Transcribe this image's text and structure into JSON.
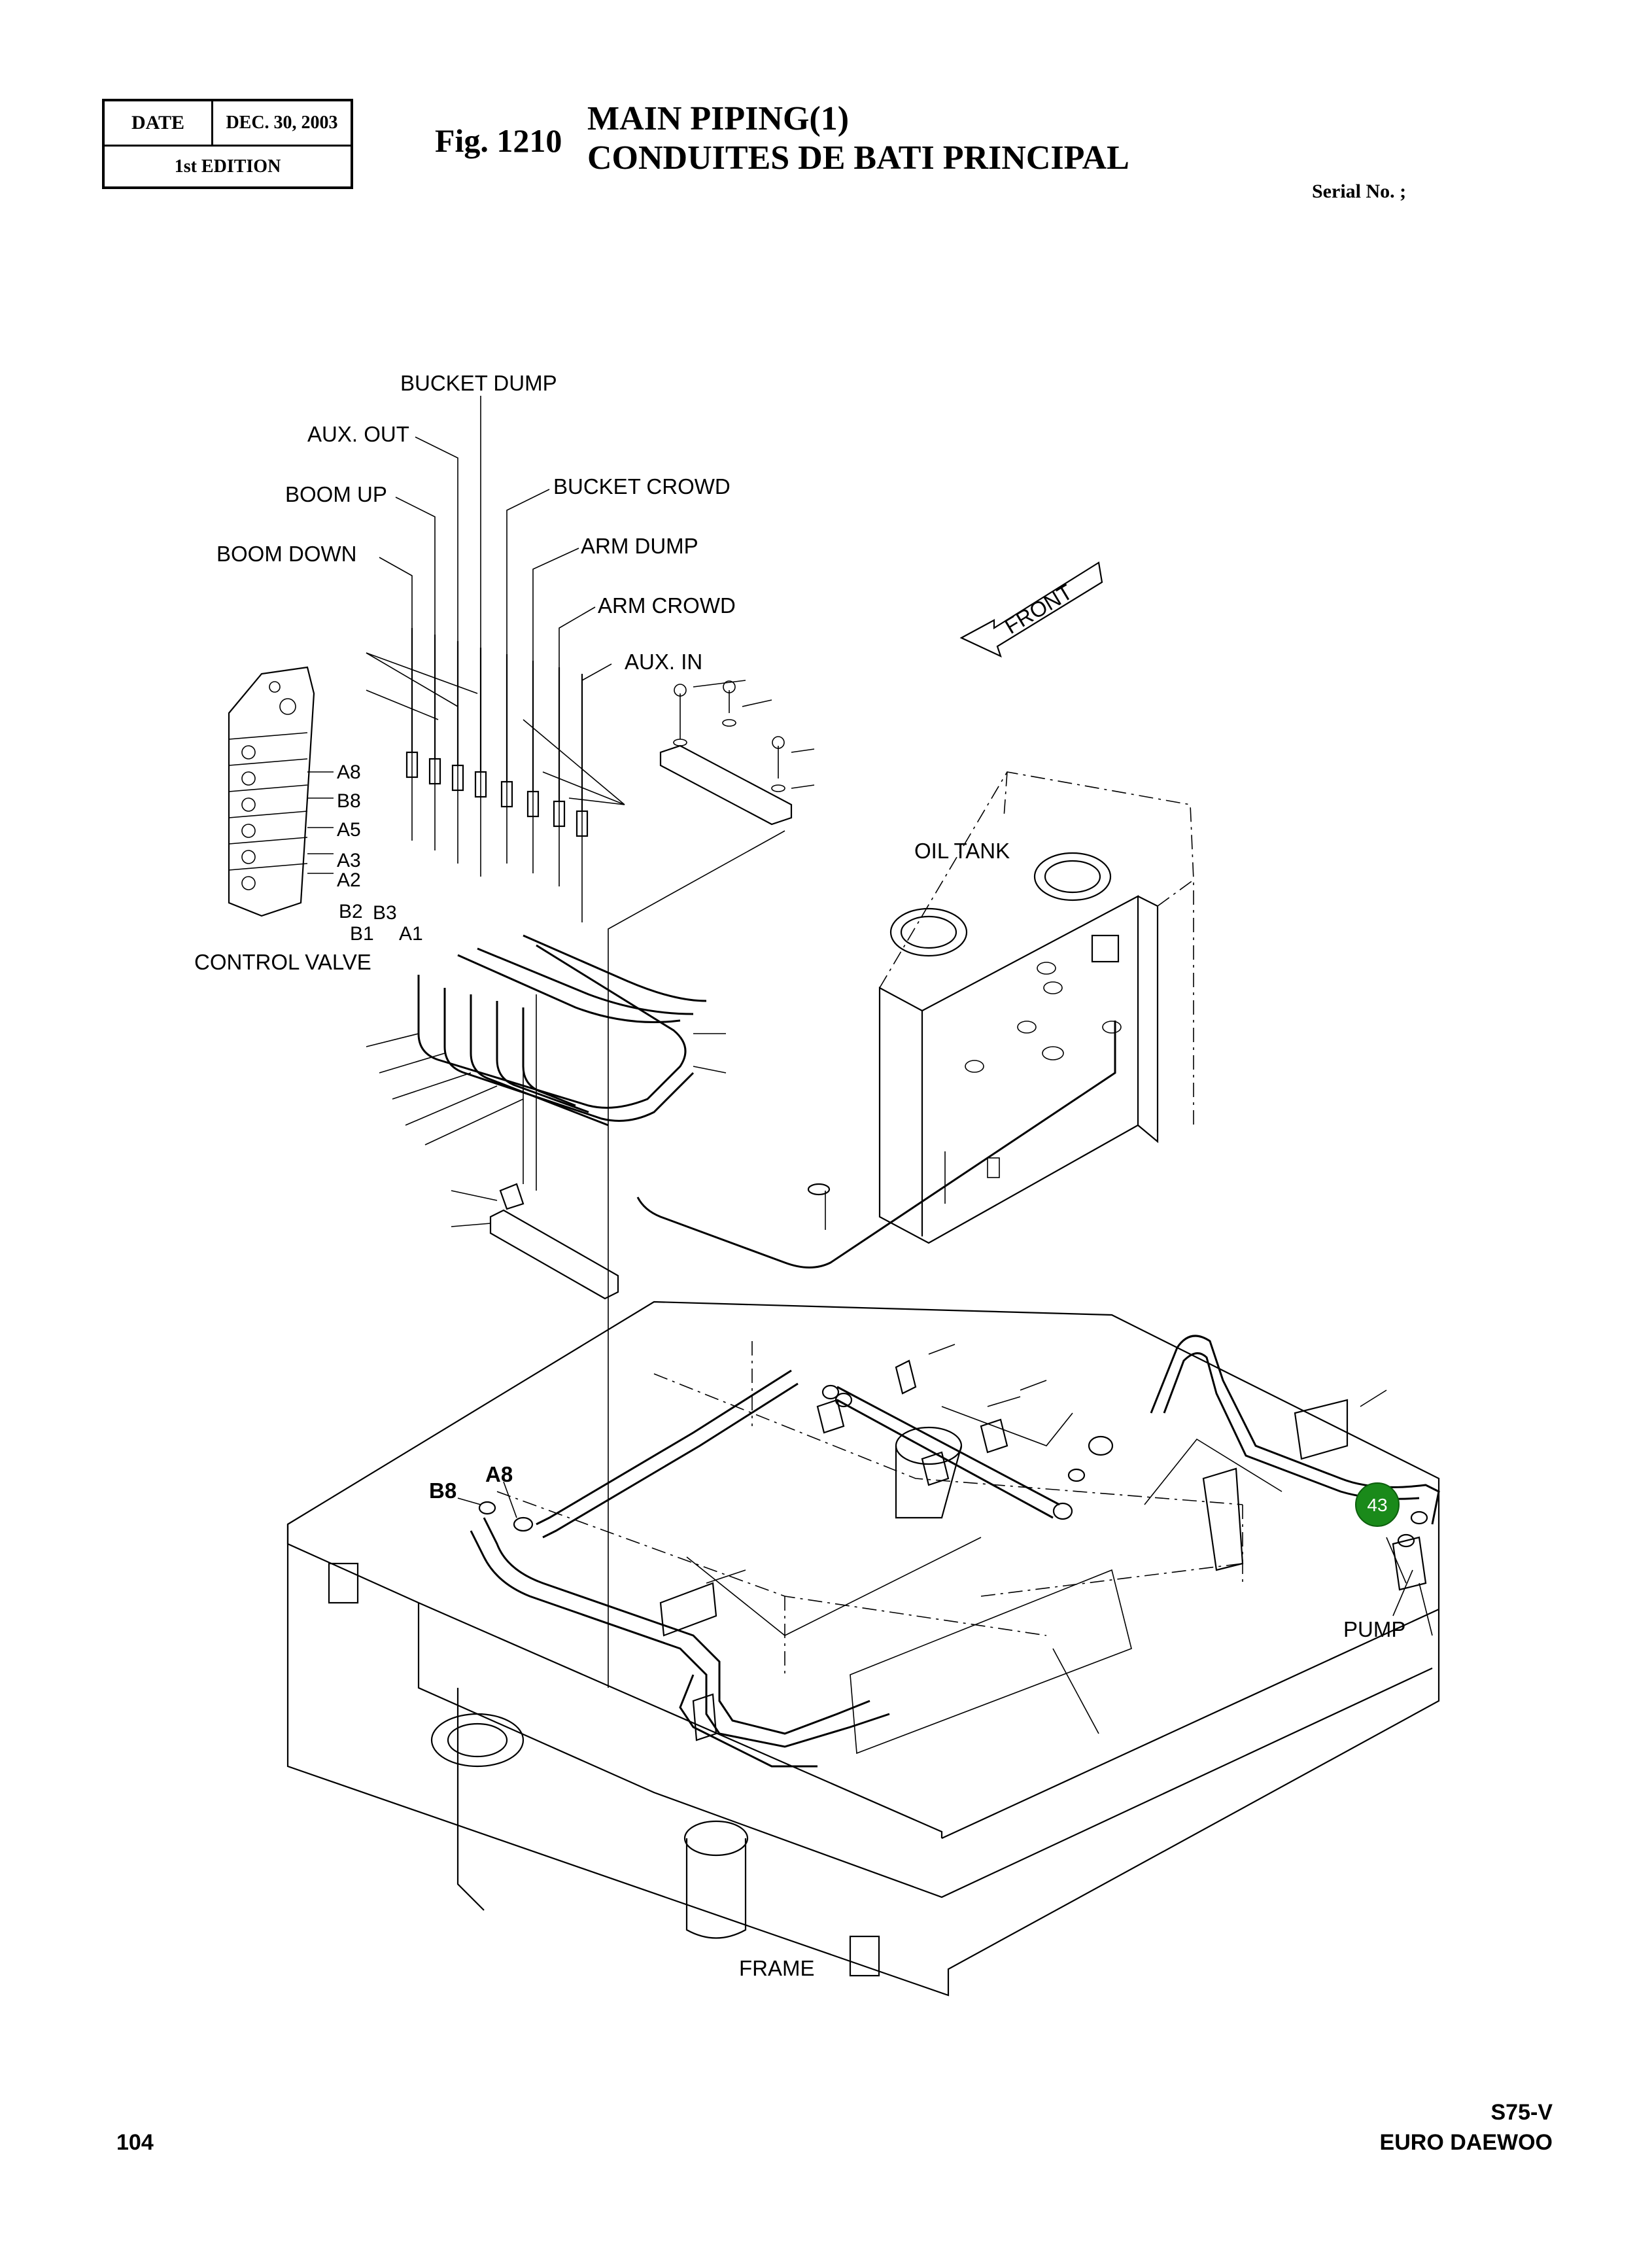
{
  "header": {
    "date_label": "DATE",
    "date_value": "DEC. 30, 2003",
    "edition": "1st EDITION",
    "fig_number": "Fig. 1210",
    "title_line1": "MAIN PIPING(1)",
    "title_line2": "CONDUITES DE BATI PRINCIPAL",
    "serial": "Serial No. ;"
  },
  "labels": {
    "bucket_dump": "BUCKET DUMP",
    "aux_out": "AUX. OUT",
    "boom_up": "BOOM UP",
    "bucket_crowd": "BUCKET CROWD",
    "boom_down": "BOOM DOWN",
    "arm_dump": "ARM DUMP",
    "arm_crowd": "ARM CROWD",
    "aux_in": "AUX. IN",
    "front": "FRONT",
    "oil_tank": "OIL TANK",
    "control_valve": "CONTROL VALVE",
    "pump": "PUMP",
    "frame": "FRAME",
    "port_a8": "A8",
    "port_b8": "B8",
    "port_a5": "A5",
    "port_a3": "A3",
    "port_a2": "A2",
    "port_b2": "B2",
    "port_b3": "B3",
    "port_b1": "B1",
    "port_a1": "A1",
    "frame_b8": "B8",
    "frame_a8": "A8"
  },
  "callout": {
    "number": "43",
    "color": "#1a8a1a"
  },
  "footer": {
    "page_number": "104",
    "model": "S75-V",
    "brand": "EURO DAEWOO"
  }
}
